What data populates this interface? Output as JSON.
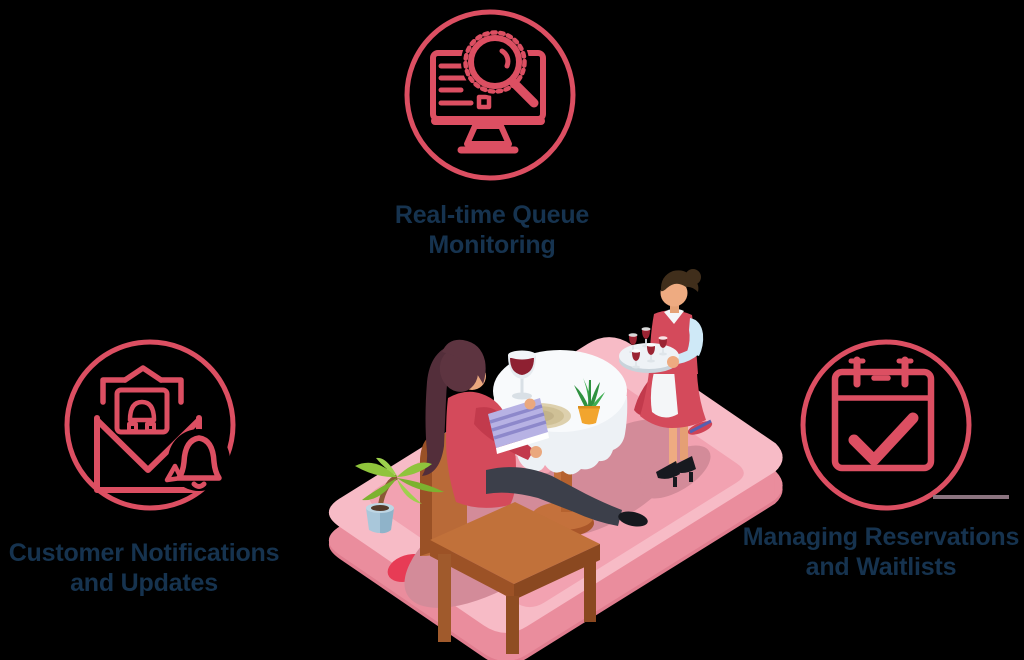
{
  "page": {
    "background_color": "#000000",
    "accent_color": "#dc4f62",
    "label_color": "#16334f"
  },
  "features": [
    {
      "id": "queue-monitoring",
      "icon": "queue-monitoring-icon",
      "label_line1": "Real-time Queue",
      "label_line2": "Monitoring"
    },
    {
      "id": "customer-notifications",
      "icon": "customer-notifications-icon",
      "label_line1": "Customer Notifications",
      "label_line2": "and Updates"
    },
    {
      "id": "managing-reservations",
      "icon": "reservations-waitlists-icon",
      "label_line1": "Managing Reservations",
      "label_line2": "and Waitlists"
    }
  ],
  "illustration": {
    "description": "Isometric restaurant scene on a pink smartphone: a seated customer reading a menu at a round white-cloth table with wine glass, plate and succulent, a waitress in a red dress and white apron carrying a tray of wine glasses, and a potted palm on the phone corner",
    "colors": {
      "phone_bezel": "#f7bbc6",
      "phone_screen": "#f2a2b1",
      "phone_side": "#ea8d9d",
      "home_button": "#e73b55",
      "shadow": "#d38b99",
      "dress_red": "#d44a5b",
      "wood_brown": "#c1713a",
      "tablecloth": "#eef2f6",
      "wine": "#9b2433",
      "leaf_green": "#8fc43c",
      "sleeve_blue": "#cfe9f7",
      "skin": "#eeab81"
    }
  }
}
